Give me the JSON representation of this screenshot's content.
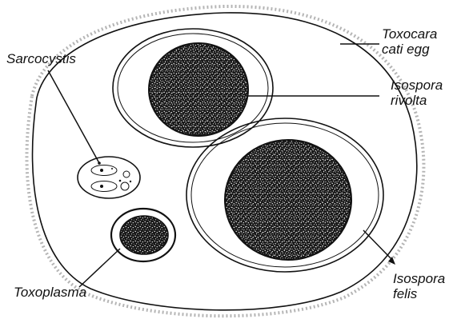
{
  "labels": {
    "toxocara": [
      "Toxocara",
      "cati egg"
    ],
    "sarcocystis": "Sarcocystis",
    "isospora_rivolta": [
      "Isospora",
      "rivolta"
    ],
    "isospora_felis": [
      "Isospora",
      "felis"
    ],
    "toxoplasma": "Toxoplasma"
  },
  "colors": {
    "ink": "#111111",
    "fill": "#ffffff"
  }
}
